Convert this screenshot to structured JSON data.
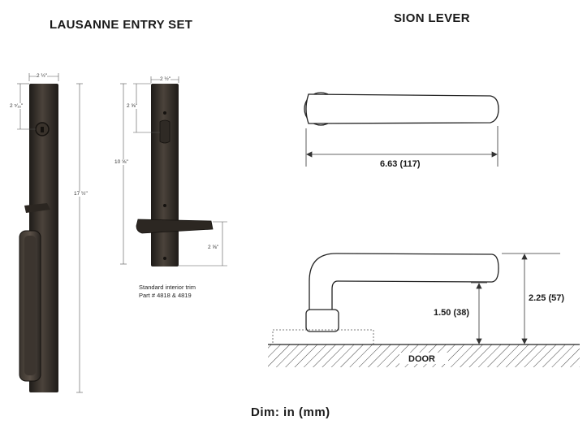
{
  "titles": {
    "entry_set": "LAUSANNE ENTRY SET",
    "lever": "SION LEVER"
  },
  "entry_set_dims": {
    "plate_width": "2 ½\"",
    "cylinder_offset": "2 ⁵⁄₁₆\"",
    "overall_height": "17 ½\""
  },
  "interior_trim_dims": {
    "plate_width": "2 ½\"",
    "turn_offset": "2 ⅝\"",
    "overall_height": "10 ⅝\"",
    "lever_offset": "2 ⅝\""
  },
  "interior_trim_caption": {
    "line1": "Standard interior trim",
    "line2": "Part # 4818 & 4819"
  },
  "lever_dims": {
    "length": "6.63 (117)",
    "rose_height": "1.50 (38)",
    "overall_projection": "2.25 (57)"
  },
  "door_label": "DOOR",
  "units_note": "Dim: in (mm)",
  "colors": {
    "bronze_dark": "#2a2622",
    "bronze_mid": "#4a423a",
    "line": "#333333"
  }
}
